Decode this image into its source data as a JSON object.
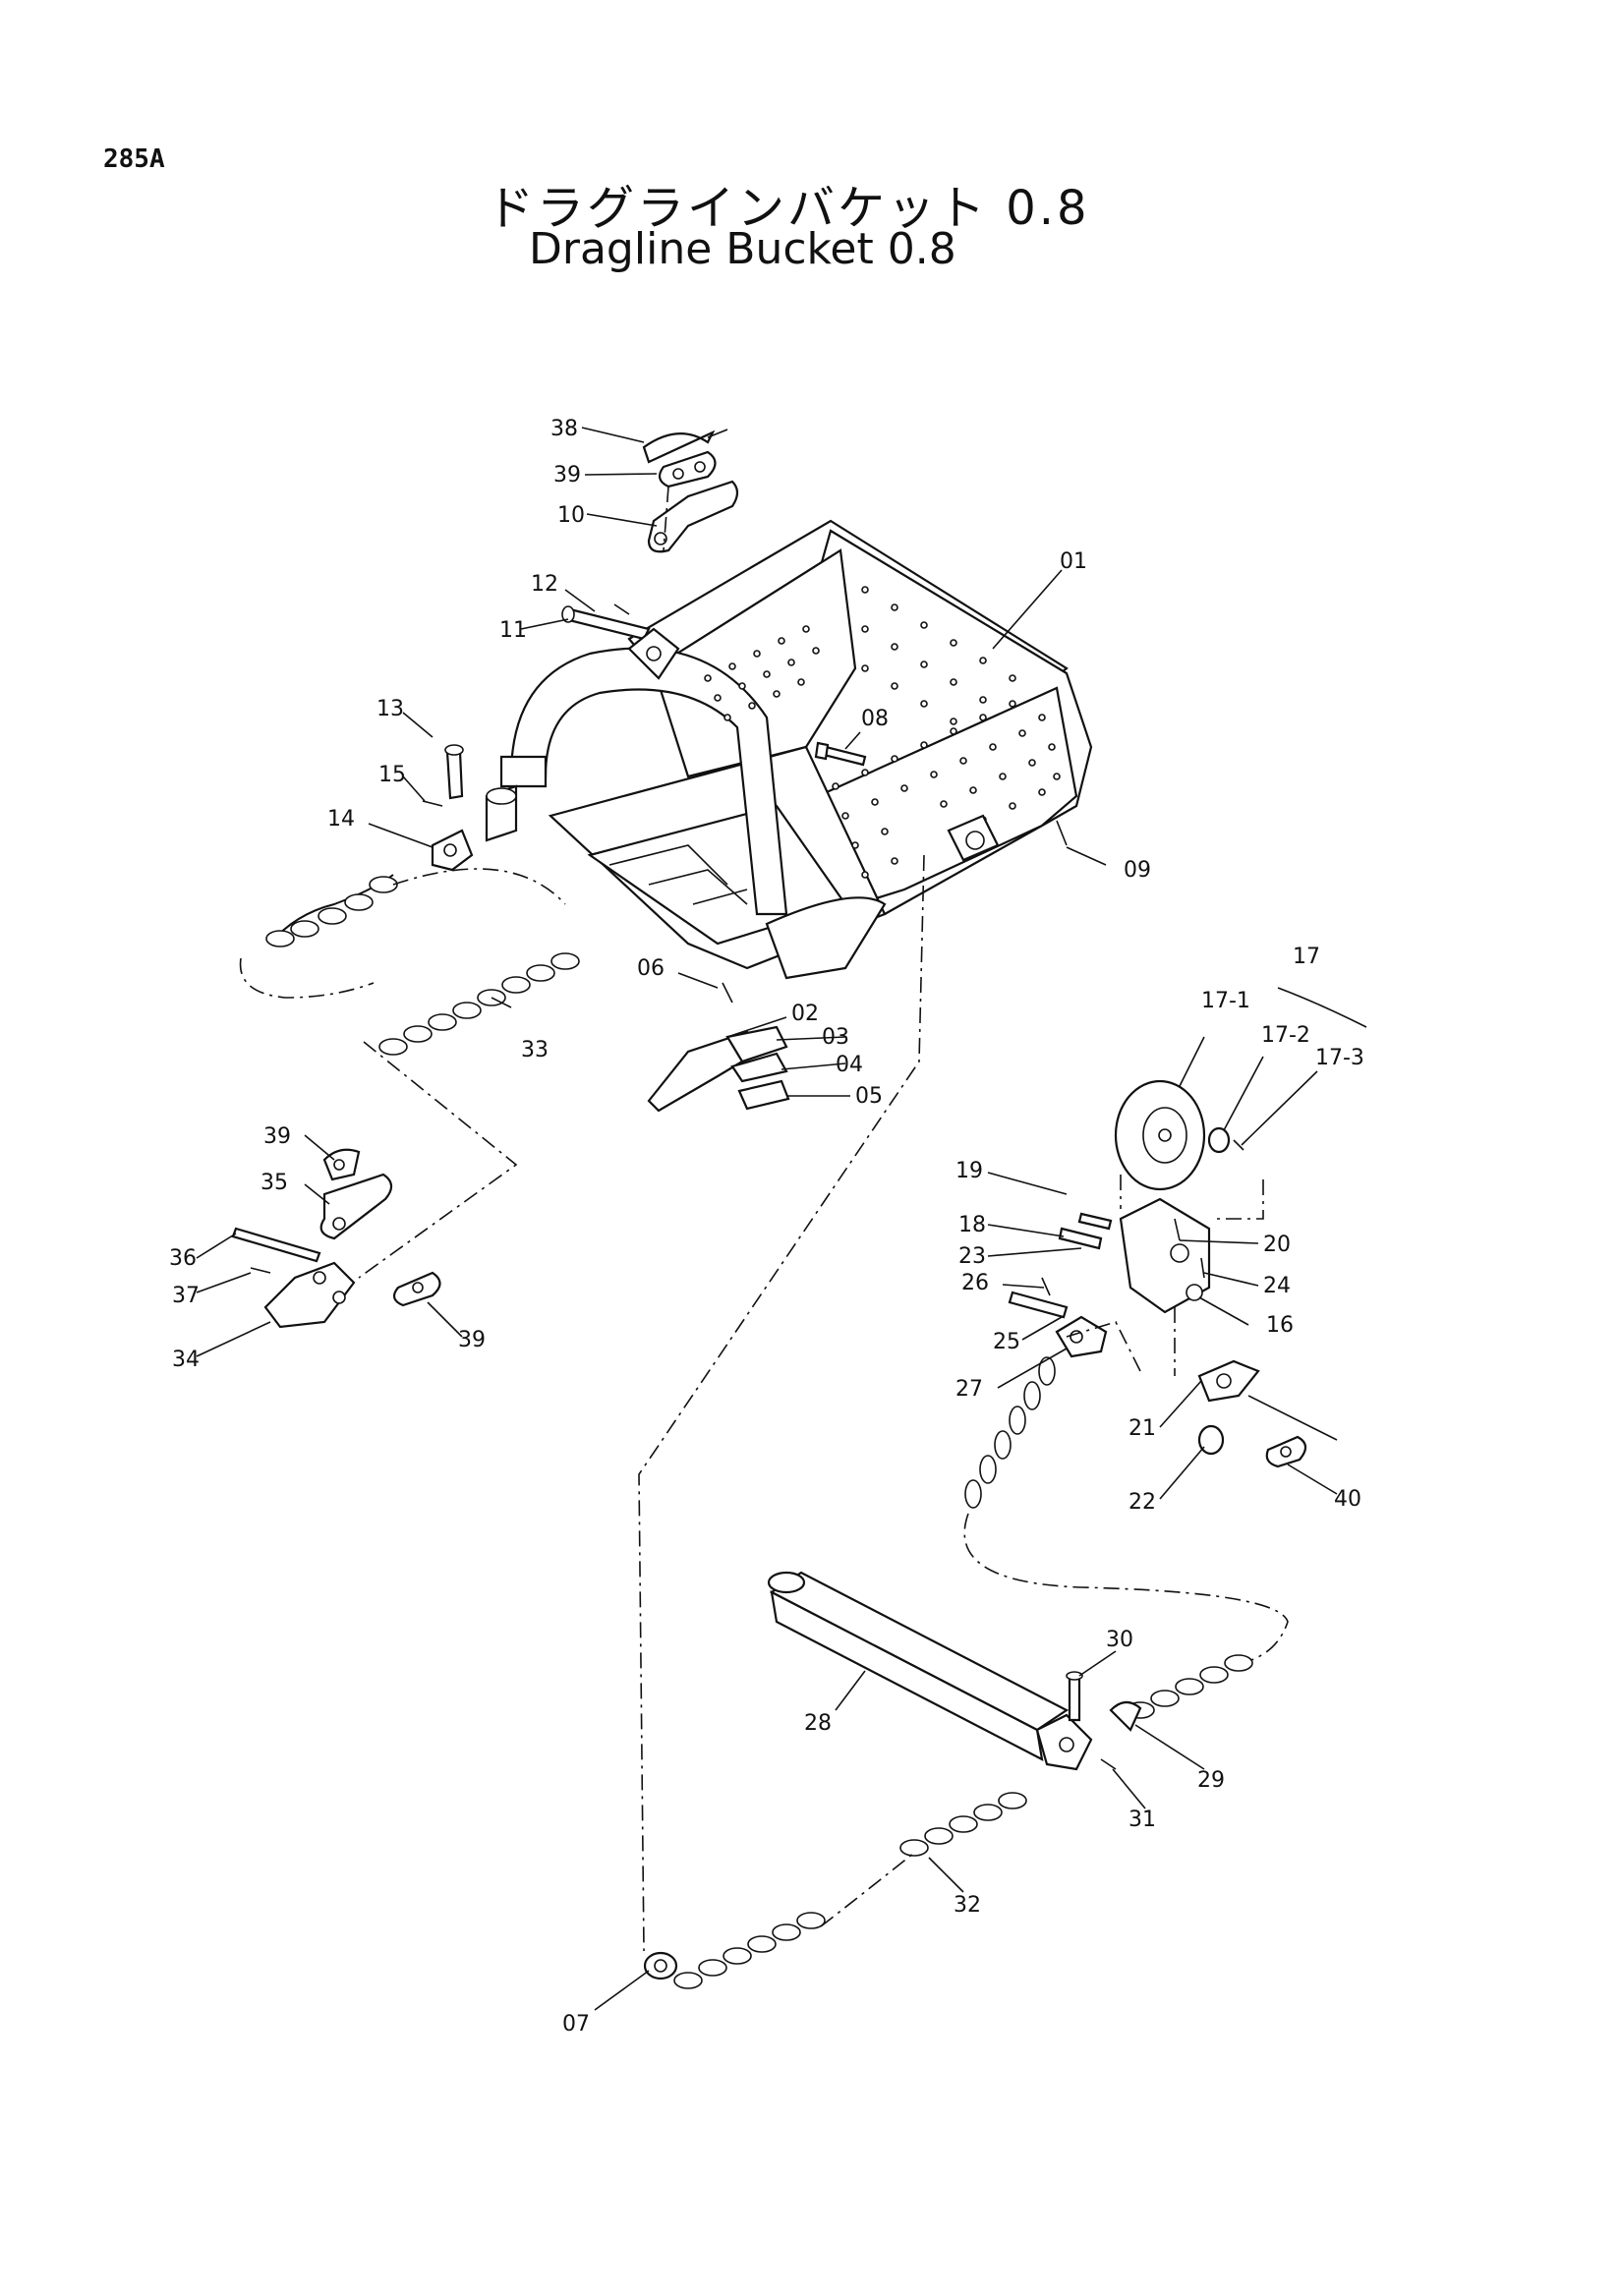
{
  "page_number": "285A",
  "title_jp": "ドラグラインバケット 0.8",
  "title_en": "Dragline Bucket 0.8",
  "part_labels": [
    "01",
    "02",
    "03",
    "04",
    "05",
    "06",
    "07",
    "08",
    "09",
    "10",
    "11",
    "12",
    "13",
    "14",
    "15",
    "16",
    "17",
    "17-1",
    "17-2",
    "17-3",
    "18",
    "19",
    "20",
    "21",
    "22",
    "23",
    "24",
    "25",
    "26",
    "27",
    "28",
    "29",
    "30",
    "31",
    "32",
    "33",
    "34",
    "35",
    "36",
    "37",
    "38",
    "39",
    "40"
  ]
}
